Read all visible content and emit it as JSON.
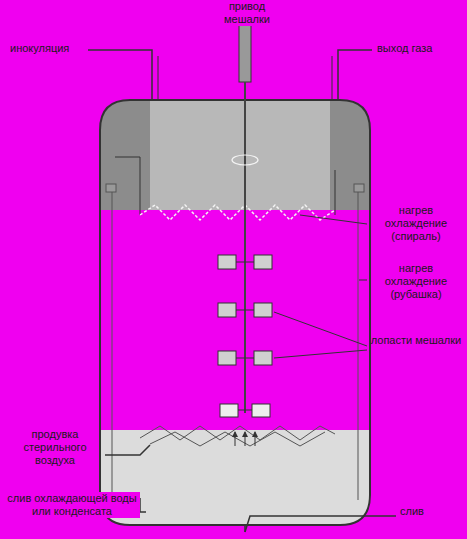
{
  "diagram": {
    "labels": [
      "привод мешалки",
      "инокуляция",
      "выход газа",
      "нагрев охлаждение (спираль)",
      "нагрев охлаждение (рубашка)",
      "лопасти мешалки",
      "продувка стерильного воздуха",
      "слив охлаждающей воды или конденсата",
      "слив"
    ]
  }
}
